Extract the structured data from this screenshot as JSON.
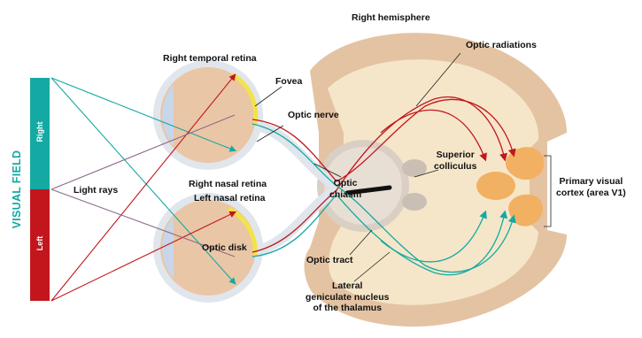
{
  "colors": {
    "teal": "#14a9a3",
    "red": "#c3161c",
    "brain_outer": "#e4c3a3",
    "brain_inner": "#f5e6c9",
    "cortex": "#f2b063",
    "eye": "#e9c6a6",
    "retina": "#f2e34a",
    "nerve": "#dfe6ec"
  },
  "labels": {
    "visual_field": "VISUAL FIELD",
    "right": "Right",
    "left": "Left",
    "right_hemisphere": "Right hemisphere",
    "right_temporal_retina": "Right temporal retina",
    "fovea": "Fovea",
    "optic_radiations": "Optic radiations",
    "optic_nerve": "Optic nerve",
    "superior_colliculus_1": "Superior",
    "superior_colliculus_2": "colliculus",
    "primary_visual_1": "Primary visual",
    "primary_visual_2": "cortex (area V1)",
    "light_rays": "Light rays",
    "right_nasal_retina": "Right nasal retina",
    "left_nasal_retina": "Left nasal retina",
    "optic_chiasm_1": "Optic",
    "optic_chiasm_2": "chiasm",
    "optic_disk": "Optic disk",
    "optic_tract": "Optic tract",
    "lgn_1": "Lateral",
    "lgn_2": "geniculate nucleus",
    "lgn_3": "of the thalamus"
  }
}
